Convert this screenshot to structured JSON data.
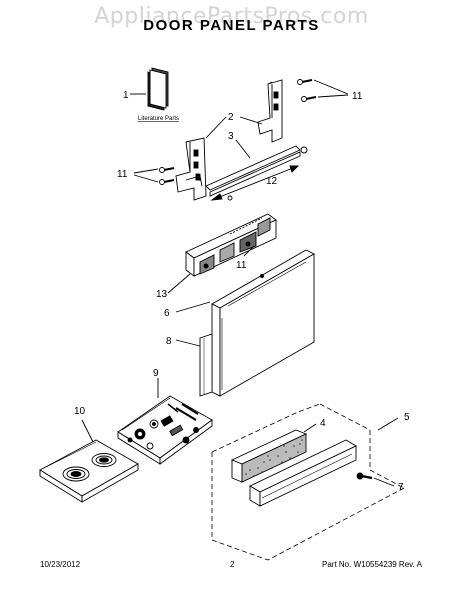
{
  "header": {
    "watermark": "AppliancePartsPros.com",
    "title": "DOOR PANEL PARTS"
  },
  "labels": {
    "l1": "1",
    "l2": "2",
    "l3": "3",
    "l4": "4",
    "l5": "5",
    "l6": "6",
    "l7": "7",
    "l8": "8",
    "l9": "9",
    "l10": "10",
    "l11a": "11",
    "l11b": "11",
    "l11c": "11",
    "l12": "12",
    "l13": "13",
    "literature": "Literature Parts"
  },
  "footer": {
    "date": "10/23/2012",
    "page": "2",
    "part": "Part No. W10554239  Rev. A"
  }
}
